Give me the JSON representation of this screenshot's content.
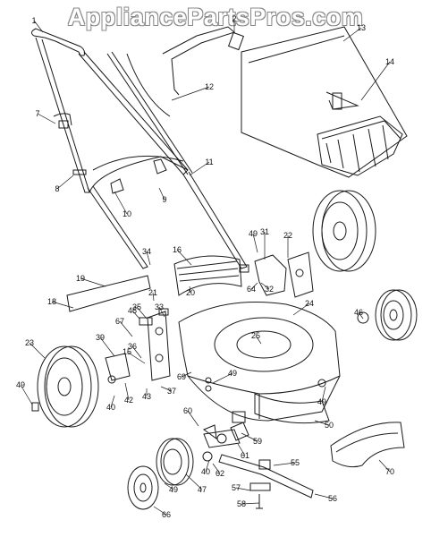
{
  "watermark": "AppliancePartsPros.com",
  "callouts": [
    {
      "label": "1"
    },
    {
      "label": "2"
    },
    {
      "label": "7"
    },
    {
      "label": "8"
    },
    {
      "label": "9"
    },
    {
      "label": "10"
    },
    {
      "label": "11"
    },
    {
      "label": "12"
    },
    {
      "label": "13"
    },
    {
      "label": "14"
    },
    {
      "label": "15"
    },
    {
      "label": "16"
    },
    {
      "label": "18"
    },
    {
      "label": "19"
    },
    {
      "label": "20"
    },
    {
      "label": "21"
    },
    {
      "label": "22"
    },
    {
      "label": "23"
    },
    {
      "label": "24"
    },
    {
      "label": "25"
    },
    {
      "label": "31"
    },
    {
      "label": "32"
    },
    {
      "label": "33"
    },
    {
      "label": "34"
    },
    {
      "label": "35"
    },
    {
      "label": "36"
    },
    {
      "label": "37"
    },
    {
      "label": "39"
    },
    {
      "label": "40"
    },
    {
      "label": "40"
    },
    {
      "label": "42"
    },
    {
      "label": "43"
    },
    {
      "label": "45"
    },
    {
      "label": "46"
    },
    {
      "label": "47"
    },
    {
      "label": "49"
    },
    {
      "label": "49"
    },
    {
      "label": "49"
    },
    {
      "label": "49"
    },
    {
      "label": "49"
    },
    {
      "label": "50"
    },
    {
      "label": "55"
    },
    {
      "label": "56"
    },
    {
      "label": "57"
    },
    {
      "label": "58"
    },
    {
      "label": "59"
    },
    {
      "label": "60"
    },
    {
      "label": "61"
    },
    {
      "label": "62"
    },
    {
      "label": "64"
    },
    {
      "label": "66"
    },
    {
      "label": "67"
    },
    {
      "label": "69"
    },
    {
      "label": "70"
    }
  ]
}
